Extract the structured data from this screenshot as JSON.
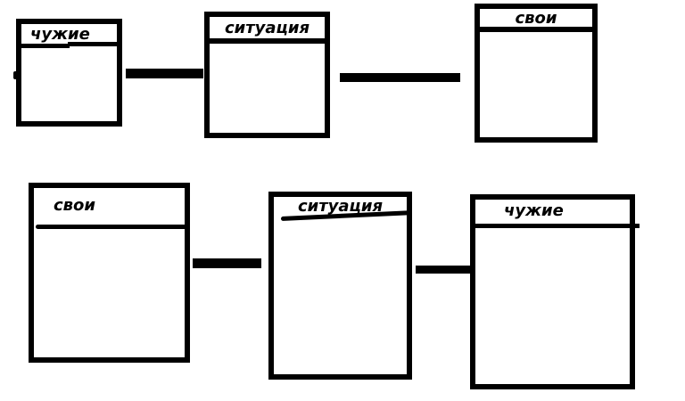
{
  "canvas": {
    "background": "#ffffff",
    "ink_color": "#000000",
    "style": "hand-drawn paint sketch"
  },
  "boxes": [
    {
      "position": "top-left",
      "label": "чужие"
    },
    {
      "position": "top-middle",
      "label": "ситуация"
    },
    {
      "position": "top-right",
      "label": "свои"
    },
    {
      "position": "bottom-left",
      "label": "свои"
    },
    {
      "position": "bottom-middle",
      "label": "ситуация"
    },
    {
      "position": "bottom-right",
      "label": "чужие"
    }
  ],
  "connectors": [
    {
      "from": "top-left",
      "to": "top-middle"
    },
    {
      "from": "top-middle",
      "to": "top-right"
    },
    {
      "from": "bottom-left",
      "to": "bottom-middle"
    },
    {
      "from": "bottom-middle",
      "to": "bottom-right"
    }
  ]
}
